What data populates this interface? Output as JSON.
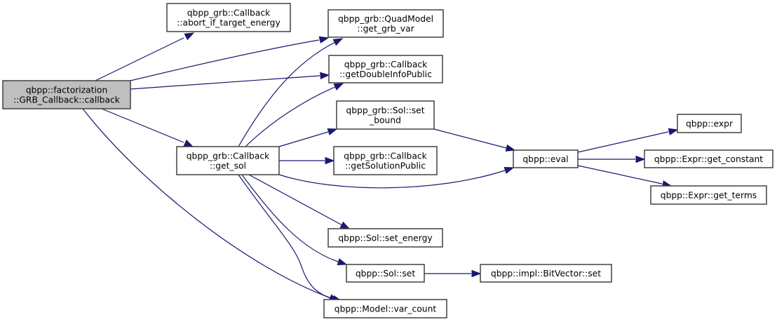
{
  "graph": {
    "title": "Call graph of qbpp::factorization::GRB_Callback::callback",
    "edge_color": "#191970",
    "root_fill": "#bfbfbf",
    "nodes": [
      {
        "id": "callback",
        "lines": [
          "qbpp::factorization",
          "::GRB_Callback::callback"
        ],
        "root": true
      },
      {
        "id": "abort_if_target_energy",
        "lines": [
          "qbpp_grb::Callback",
          "::abort_if_target_energy"
        ]
      },
      {
        "id": "get_grb_var",
        "lines": [
          "qbpp_grb::QuadModel",
          "::get_grb_var"
        ]
      },
      {
        "id": "getDoubleInfoPublic",
        "lines": [
          "qbpp_grb::Callback",
          "::getDoubleInfoPublic"
        ]
      },
      {
        "id": "get_sol",
        "lines": [
          "qbpp_grb::Callback",
          "::get_sol"
        ]
      },
      {
        "id": "set_bound",
        "lines": [
          "qbpp_grb::Sol::set",
          "_bound"
        ]
      },
      {
        "id": "getSolutionPublic",
        "lines": [
          "qbpp_grb::Callback",
          "::getSolutionPublic"
        ]
      },
      {
        "id": "set_energy",
        "lines": [
          "qbpp::Sol::set_energy"
        ]
      },
      {
        "id": "sol_set",
        "lines": [
          "qbpp::Sol::set"
        ]
      },
      {
        "id": "var_count",
        "lines": [
          "qbpp::Model::var_count"
        ]
      },
      {
        "id": "eval",
        "lines": [
          "qbpp::eval"
        ]
      },
      {
        "id": "bitvector_set",
        "lines": [
          "qbpp::impl::BitVector::set"
        ]
      },
      {
        "id": "expr",
        "lines": [
          "qbpp::expr"
        ]
      },
      {
        "id": "get_constant",
        "lines": [
          "qbpp::Expr::get_constant"
        ]
      },
      {
        "id": "get_terms",
        "lines": [
          "qbpp::Expr::get_terms"
        ]
      }
    ],
    "edges": [
      {
        "from": "callback",
        "to": "abort_if_target_energy"
      },
      {
        "from": "callback",
        "to": "get_grb_var"
      },
      {
        "from": "callback",
        "to": "getDoubleInfoPublic"
      },
      {
        "from": "callback",
        "to": "get_sol"
      },
      {
        "from": "callback",
        "to": "var_count"
      },
      {
        "from": "get_sol",
        "to": "get_grb_var"
      },
      {
        "from": "get_sol",
        "to": "getDoubleInfoPublic"
      },
      {
        "from": "get_sol",
        "to": "set_bound"
      },
      {
        "from": "get_sol",
        "to": "getSolutionPublic"
      },
      {
        "from": "get_sol",
        "to": "eval"
      },
      {
        "from": "get_sol",
        "to": "set_energy"
      },
      {
        "from": "get_sol",
        "to": "sol_set"
      },
      {
        "from": "get_sol",
        "to": "var_count"
      },
      {
        "from": "set_bound",
        "to": "eval"
      },
      {
        "from": "sol_set",
        "to": "bitvector_set"
      },
      {
        "from": "eval",
        "to": "expr"
      },
      {
        "from": "eval",
        "to": "get_constant"
      },
      {
        "from": "eval",
        "to": "get_terms"
      }
    ]
  }
}
